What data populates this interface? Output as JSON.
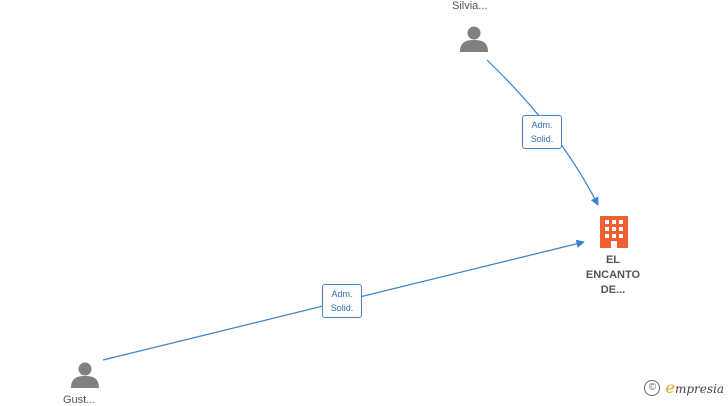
{
  "nodes": {
    "person_top": {
      "label": "Silvia..."
    },
    "person_bottom": {
      "label": "Gust..."
    },
    "company": {
      "label_lines": [
        "EL",
        "ENCANTO",
        "DE..."
      ]
    }
  },
  "edges": [
    {
      "label_lines": [
        "Adm.",
        "Solid."
      ]
    },
    {
      "label_lines": [
        "Adm.",
        "Solid."
      ]
    }
  ],
  "watermark": {
    "symbol": "©",
    "brand_first": "e",
    "brand_rest": "mpresia"
  },
  "colors": {
    "edge": "#3a7fd0",
    "person": "#808080",
    "company": "#f06033"
  }
}
